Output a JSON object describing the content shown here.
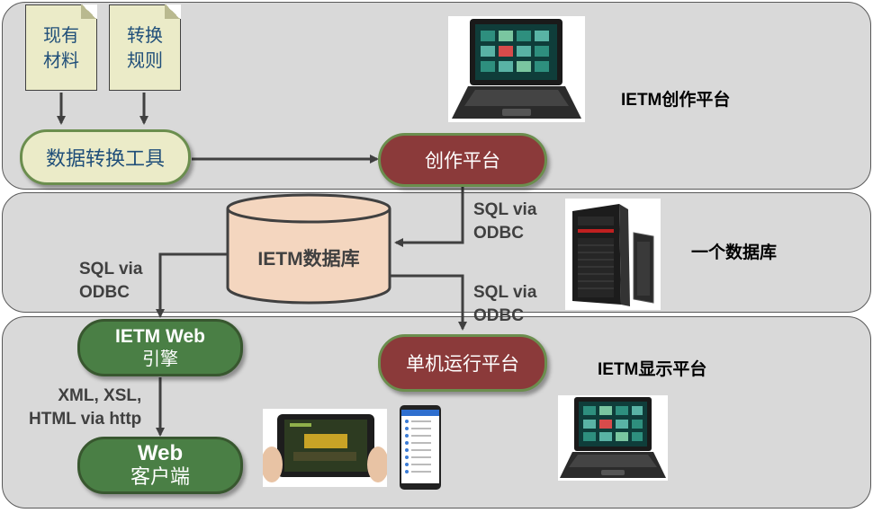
{
  "layers": {
    "authoring_label": "IETM创作平台",
    "database_label": "一个数据库",
    "display_label": "IETM显示平台"
  },
  "docs": {
    "existing_materials": "现有\n材料",
    "conversion_rules": "转换\n规则"
  },
  "nodes": {
    "conversion_tool": "数据转换工具",
    "authoring_platform": "创作平台",
    "database": "IETM数据库",
    "standalone_platform": "单机运行平台",
    "web_engine_line1": "IETM Web",
    "web_engine_line2": "引擎",
    "web_client_line1": "Web",
    "web_client_line2": "客户端"
  },
  "connectors": {
    "sql_authoring_1": "SQL via",
    "sql_authoring_2": "ODBC",
    "sql_web_1": "SQL via",
    "sql_web_2": "ODBC",
    "sql_standalone_1": "SQL via",
    "sql_standalone_2": "ODBC",
    "xml_1": "XML, XSL,",
    "xml_2": "HTML via http"
  },
  "icons": {
    "laptop_top": "laptop-icon",
    "server": "server-tower-icon",
    "tablet": "tablet-in-hands-icon",
    "phone": "smartphone-icon",
    "laptop_bottom": "laptop-icon"
  },
  "colors": {
    "layer_bg": "#d9d9d9",
    "doc_bg": "#ebebc8",
    "tool_pill": "#ebebc8",
    "red_pill": "#8b3a3a",
    "green_pill": "#4a7f45",
    "db_cylinder": "#f4d6bf",
    "arrow": "#404040"
  }
}
